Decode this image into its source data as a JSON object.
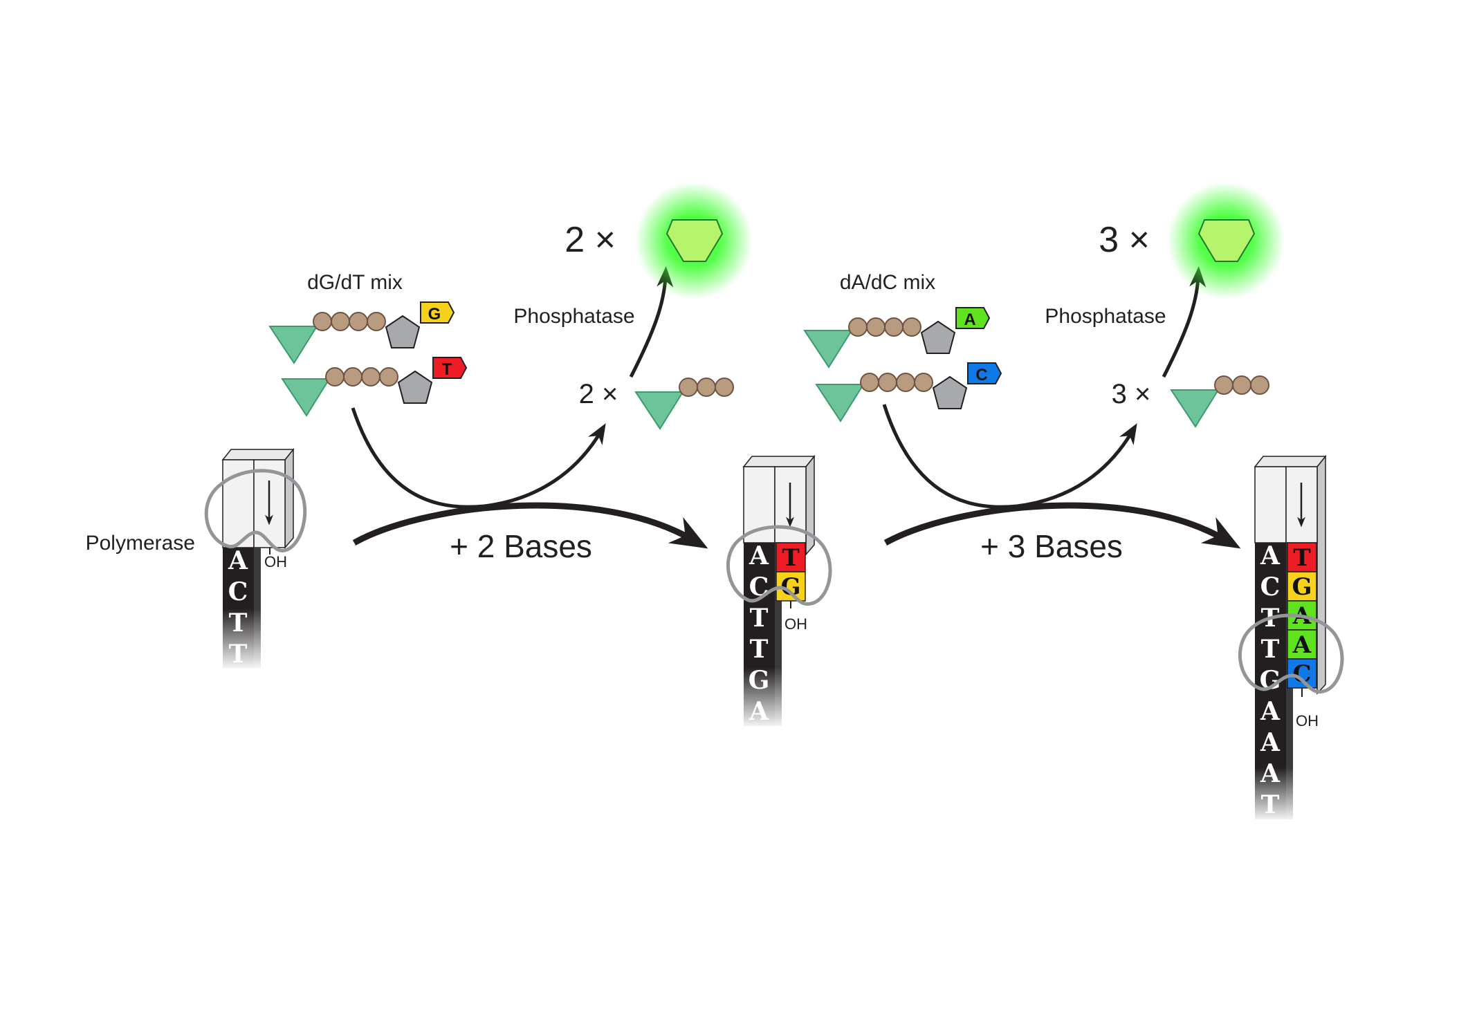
{
  "labels": {
    "polymerase": "Polymerase",
    "oh": "OH",
    "phosphatase": "Phosphatase"
  },
  "colors": {
    "G": "#f6d21c",
    "T": "#ee1c24",
    "A": "#5fe31f",
    "C": "#0f79e8",
    "pyrophosphate": "#6dc49a",
    "phosphate": "#b99b7f",
    "sugar": "#a7a9ac",
    "glow": "#39ff2a"
  },
  "step1": {
    "mix_label": "dG/dT mix",
    "nucleotides": [
      "G",
      "T"
    ],
    "release_count": "2 ×",
    "signal_count": "2 ×",
    "bases_label": "+ 2 Bases"
  },
  "step2": {
    "mix_label": "dA/dC mix",
    "nucleotides": [
      "A",
      "C"
    ],
    "release_count": "3 ×",
    "signal_count": "3 ×",
    "bases_label": "+ 3 Bases"
  },
  "template": {
    "strand1": [
      "A",
      "C",
      "T",
      "T"
    ],
    "strand2": [
      "A",
      "C",
      "T",
      "T",
      "G",
      "A"
    ],
    "strand3": [
      "A",
      "C",
      "T",
      "T",
      "G",
      "A",
      "A",
      "A",
      "T"
    ],
    "added2": [
      "T",
      "G"
    ],
    "added3": [
      "T",
      "G",
      "A",
      "A",
      "C"
    ]
  }
}
